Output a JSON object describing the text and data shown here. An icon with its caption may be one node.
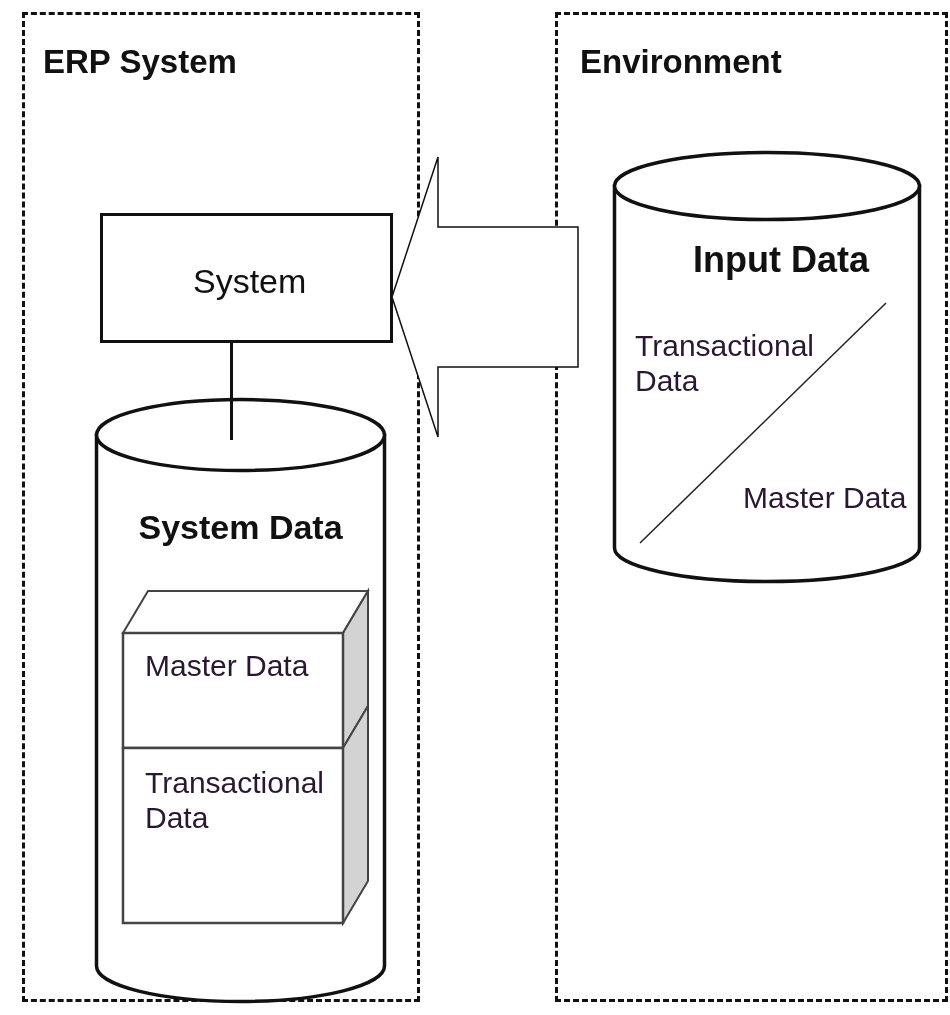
{
  "diagram": {
    "nodes": [
      {
        "text": [
          "ERP System"
        ]
      },
      {
        "text": [
          "System"
        ],
        "in": 0
      },
      {
        "text": [
          "System Data"
        ],
        "in": 0
      },
      {
        "text": [
          "Master Data"
        ],
        "in": 2
      },
      {
        "text": [
          "Transactional Data"
        ],
        "in": 2
      },
      {
        "text": [
          "Environment"
        ]
      },
      {
        "text": [
          "Input Data",
          "Transactional Data",
          "Master Data"
        ],
        "in": 5
      }
    ],
    "edges": [
      {
        "from": 1,
        "to": 2,
        "arrow": "none"
      },
      {
        "from": 6,
        "to": 1,
        "arrow": "to",
        "style": "thick"
      }
    ]
  }
}
